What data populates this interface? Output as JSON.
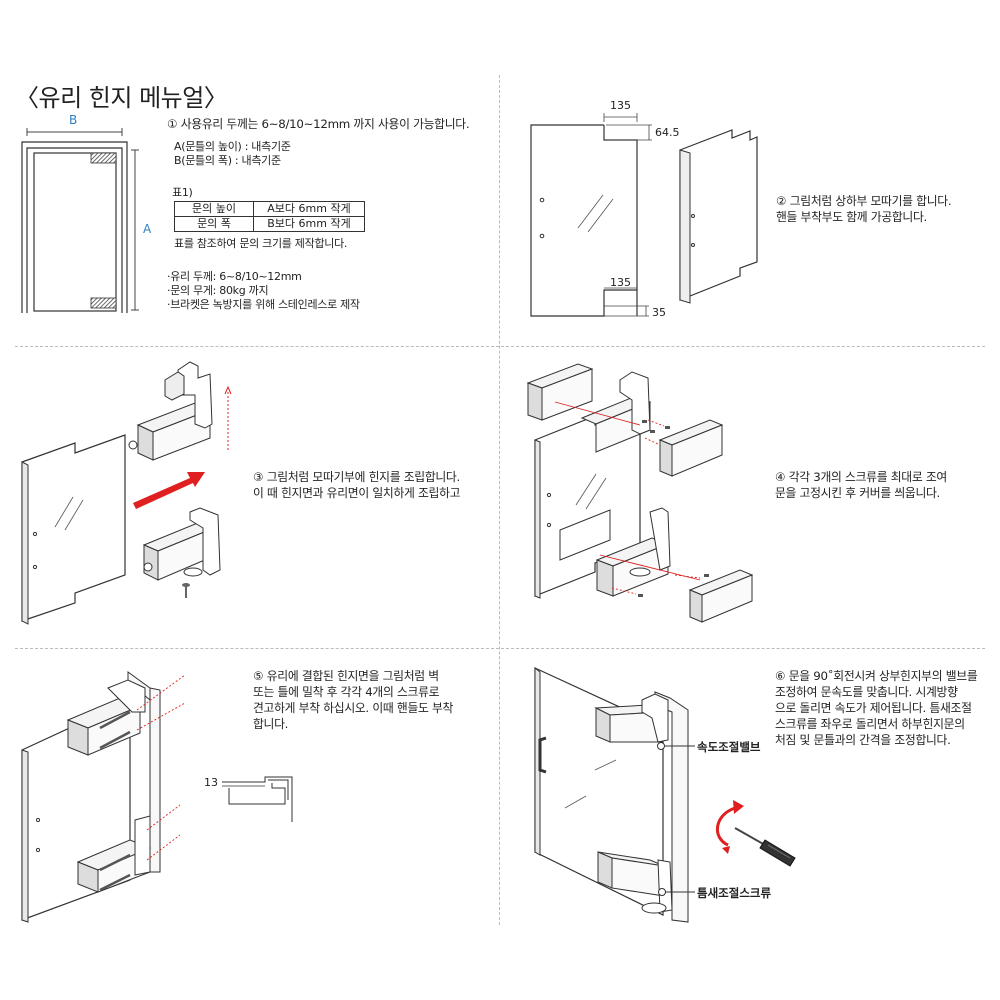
{
  "title": "〈유리 힌지 메뉴얼〉",
  "dim_B": "B",
  "dim_A": "A",
  "step1": {
    "line1": "① 사용유리 두께는 6~8/10~12mm 까지 사용이 가능합니다.",
    "a_label": "A(문틀의 높이) : 내측기준",
    "b_label": "B(문틀의 폭) : 내측기준",
    "table_title": "표1)",
    "table_rows": [
      [
        "문의 높이",
        "A보다 6mm 작게"
      ],
      [
        "문의 폭",
        "B보다 6mm 작게"
      ]
    ],
    "table_note": "표를 참조하여 문의 크기를 제작합니다.",
    "spec1": "·유리 두께: 6~8/10~12mm",
    "spec2": "·문의 무게: 80kg 까지",
    "spec3": "·브라켓은 녹방지를 위해 스테인레스로 제작"
  },
  "step2": {
    "dim_top_w": "135",
    "dim_top_h": "64.5",
    "dim_bot_w": "135",
    "dim_bot_h": "35",
    "line1": "② 그림처럼 상하부 모따기를 합니다.",
    "line2": "핸들 부착부도 함께 가공합니다."
  },
  "step3": {
    "line1": "③ 그림처럼 모따기부에 힌지를 조립합니다.",
    "line2": "이 때 힌지면과 유리면이 일치하게 조립하고"
  },
  "step4": {
    "line1": "④ 각각 3개의 스크류를 최대로 조여",
    "line2": "문을 고정시킨 후 커버를 씌웁니다."
  },
  "step5": {
    "line1": "⑤ 유리에 결합된 힌지면을 그림처럼 벽",
    "line2": "또는 틀에 밀착 후 각각 4개의 스크류로",
    "line3": "견고하게 부착 하십시오. 이때 핸들도 부착",
    "line4": "합니다.",
    "dim_13": "13"
  },
  "step6": {
    "line1": "⑥ 문을 90˚회전시켜 상부힌지부의 밸브를",
    "line2": "조정하여 문속도를 맞춥니다. 시계방향",
    "line3": "으로 돌리면 속도가 제어됩니다. 틈새조절",
    "line4": "스크류를 좌우로 돌리면서 하부힌지문의",
    "line5": "처짐 및 문틀과의 간격을 조정합니다.",
    "label_valve": "속도조절밸브",
    "label_screw": "틈새조절스크류"
  },
  "colors": {
    "accent_blue": "#2f7fc1",
    "arrow_red": "#e02020",
    "hatch": "#555555",
    "divider": "#bbbbbb"
  }
}
